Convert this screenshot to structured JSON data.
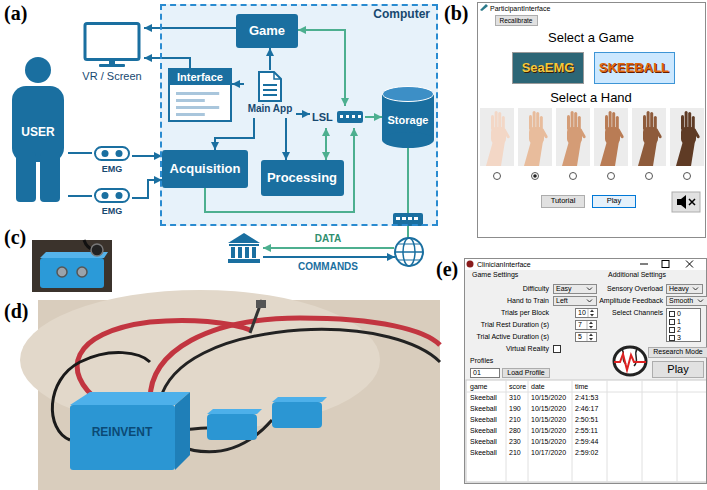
{
  "diagram": {
    "nodes": [
      {
        "text": [
          "VR / Screen"
        ]
      },
      {
        "text": [
          "USER"
        ]
      },
      {
        "text": [
          "EMG"
        ]
      },
      {
        "text": [
          "EMG"
        ]
      },
      {
        "text": [
          "Computer"
        ]
      },
      {
        "text": [
          "Game"
        ],
        "in": 4
      },
      {
        "text": [
          "Interface"
        ],
        "in": 4
      },
      {
        "text": [
          "Main App"
        ],
        "in": 4
      },
      {
        "text": [
          "LSL"
        ],
        "in": 4
      },
      {
        "text": [
          "Storage"
        ],
        "in": 4
      },
      {
        "text": [
          "Acquisition"
        ],
        "in": 4
      },
      {
        "text": [
          "Processing"
        ],
        "in": 4
      },
      {
        "text": [
          "ParticipantInterface"
        ]
      },
      {
        "text": [
          "Recalibrate"
        ],
        "in": 12
      },
      {
        "text": [
          "SeaEMG"
        ],
        "in": 12
      },
      {
        "text": [
          "SKEEBALL"
        ],
        "in": 12
      },
      {
        "text": [
          "Tutorial"
        ],
        "in": 12
      },
      {
        "text": [
          "Play"
        ],
        "in": 12
      },
      {
        "text": [
          "ClinicianInterface"
        ]
      },
      {
        "text": [
          "Easy"
        ],
        "in": 18
      },
      {
        "text": [
          "Left"
        ],
        "in": 18
      },
      {
        "text": [
          "10"
        ],
        "in": 18
      },
      {
        "text": [
          "7"
        ],
        "in": 18
      },
      {
        "text": [
          "5"
        ],
        "in": 18
      },
      {
        "text": [
          "Heavy"
        ],
        "in": 18
      },
      {
        "text": [
          "Smooth"
        ],
        "in": 18
      },
      {
        "text": [
          "0",
          "1",
          "2",
          "3"
        ],
        "in": 18
      },
      {
        "text": [
          "Research Mode"
        ],
        "in": 18
      },
      {
        "text": [
          "Play"
        ],
        "in": 18
      },
      {
        "text": [
          "01"
        ],
        "in": 18
      },
      {
        "text": [
          "Load Profile"
        ],
        "in": 18
      }
    ],
    "edges": [
      {
        "from": 5,
        "to": 0,
        "arrow": "to"
      },
      {
        "from": 6,
        "to": 0,
        "arrow": "to"
      },
      {
        "from": 1,
        "to": 2,
        "arrow": "none"
      },
      {
        "from": 1,
        "to": 3,
        "arrow": "none"
      },
      {
        "from": 2,
        "to": 10,
        "arrow": "to"
      },
      {
        "from": 3,
        "to": 10,
        "arrow": "to"
      },
      {
        "from": 7,
        "to": 5,
        "arrow": "to"
      },
      {
        "from": 7,
        "to": 6,
        "arrow": "to"
      },
      {
        "from": 7,
        "to": 10,
        "arrow": "to"
      },
      {
        "from": 7,
        "to": 11,
        "arrow": "to"
      },
      {
        "from": 7,
        "to": 8,
        "arrow": "to"
      },
      {
        "from": 5,
        "to": 8,
        "arrow": "both"
      },
      {
        "from": 10,
        "to": 8,
        "arrow": "to"
      },
      {
        "from": 11,
        "to": 8,
        "arrow": "both"
      },
      {
        "from": 8,
        "to": 9,
        "arrow": "to"
      }
    ],
    "labels": [
      "(a)",
      "(b)",
      "(c)",
      "(d)",
      "(e)",
      "DATA",
      "COMMANDS",
      "Select a Game",
      "Select a Hand",
      "REINVENT",
      "Game Settings",
      "Difficulty",
      "Hand to Train",
      "Trials per Block",
      "Trial Rest Duration (s)",
      "Trial Active Duration (s)",
      "Virtual Reality",
      "Additional Settings",
      "Sensory Overload",
      "Amplitude Feedback",
      "Select Channels",
      "Profiles",
      "game",
      "score",
      "date",
      "time",
      "Skeeball",
      "310",
      "10/15/2020",
      "2:41:53",
      "Skeeball",
      "190",
      "10/15/2020",
      "2:46:17",
      "Skeeball",
      "210",
      "10/15/2020",
      "2:50:51",
      "Skeeball",
      "280",
      "10/15/2020",
      "2:55:11",
      "Skeeball",
      "230",
      "10/15/2020",
      "2:59:44",
      "Skeeball",
      "210",
      "10/17/2020",
      "2:59:02"
    ]
  }
}
